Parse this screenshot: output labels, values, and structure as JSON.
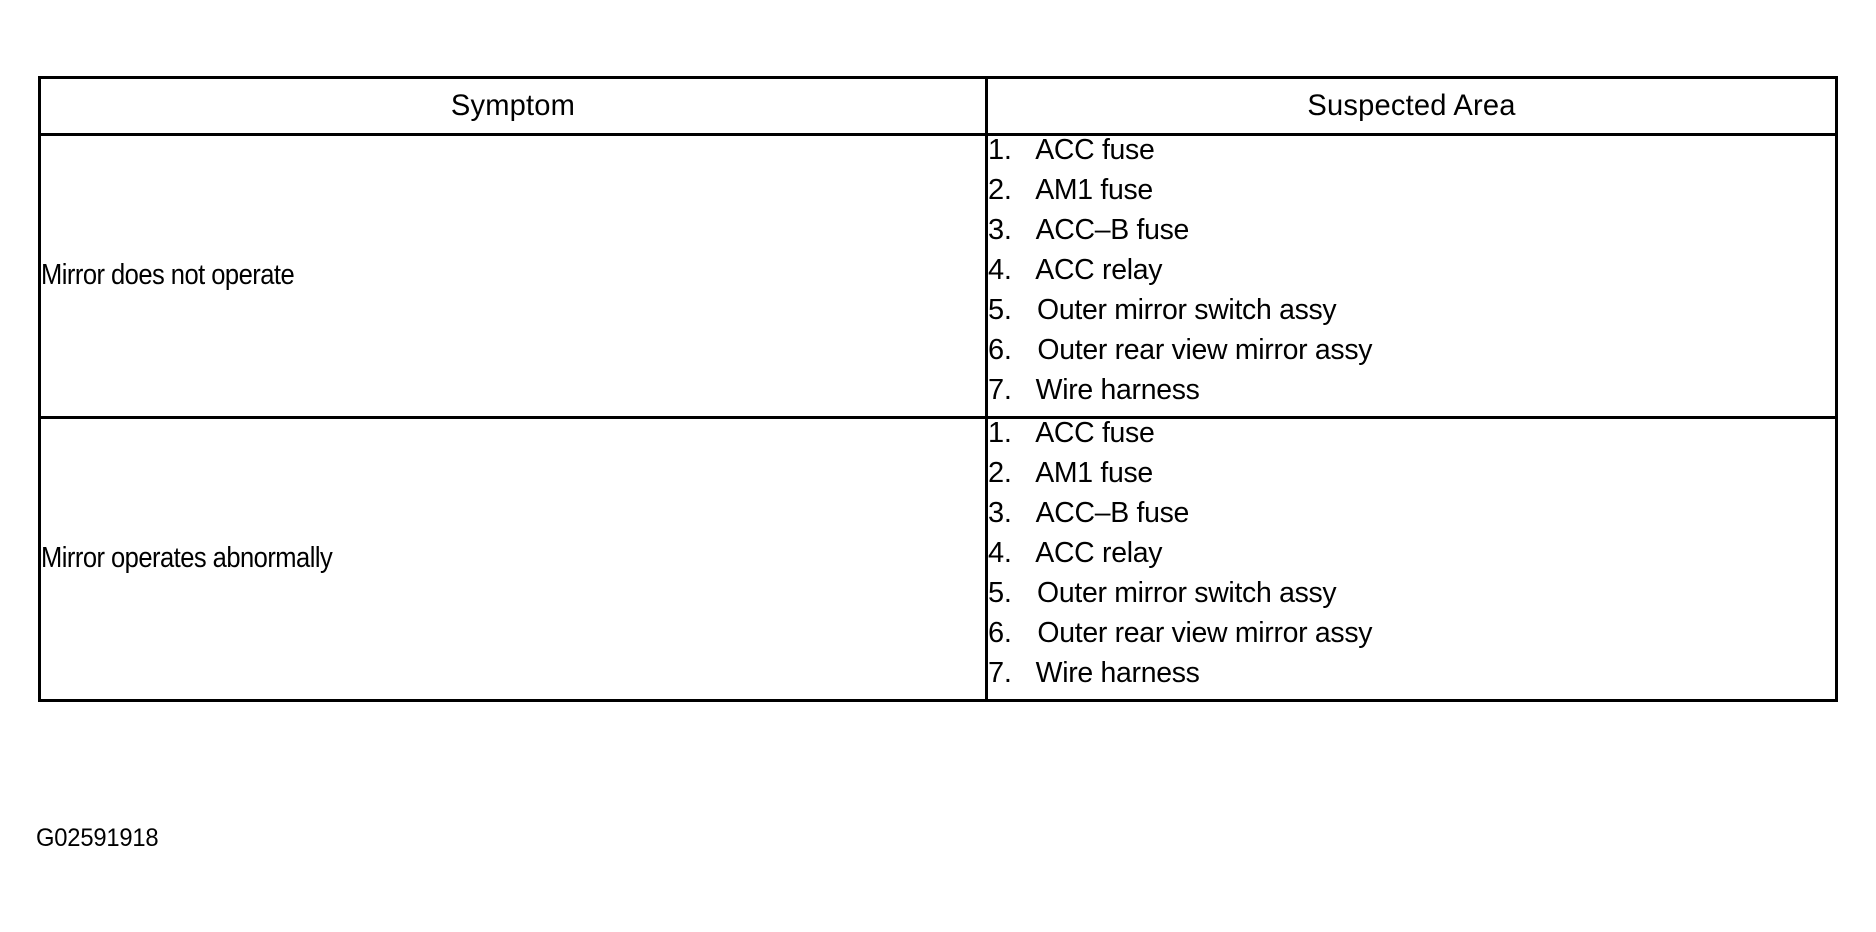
{
  "table": {
    "headers": {
      "symptom": "Symptom",
      "suspected_area": "Suspected Area"
    },
    "rows": [
      {
        "symptom": "Mirror does not operate",
        "suspected_area": [
          {
            "number": "1.",
            "label": "ACC fuse"
          },
          {
            "number": "2.",
            "label": "AM1 fuse"
          },
          {
            "number": "3.",
            "label": "ACC–B fuse"
          },
          {
            "number": "4.",
            "label": "ACC relay"
          },
          {
            "number": "5.",
            "label": "Outer mirror switch assy"
          },
          {
            "number": "6.",
            "label": "Outer rear view mirror assy"
          },
          {
            "number": "7.",
            "label": "Wire harness"
          }
        ]
      },
      {
        "symptom": "Mirror operates abnormally",
        "suspected_area": [
          {
            "number": "1.",
            "label": "ACC fuse"
          },
          {
            "number": "2.",
            "label": "AM1 fuse"
          },
          {
            "number": "3.",
            "label": "ACC–B fuse"
          },
          {
            "number": "4.",
            "label": "ACC relay"
          },
          {
            "number": "5.",
            "label": "Outer mirror switch assy"
          },
          {
            "number": "6.",
            "label": "Outer rear view mirror assy"
          },
          {
            "number": "7.",
            "label": "Wire harness"
          }
        ]
      }
    ]
  },
  "caption": "G02591918",
  "colors": {
    "border": "#000000",
    "text": "#000000",
    "background": "#ffffff"
  }
}
